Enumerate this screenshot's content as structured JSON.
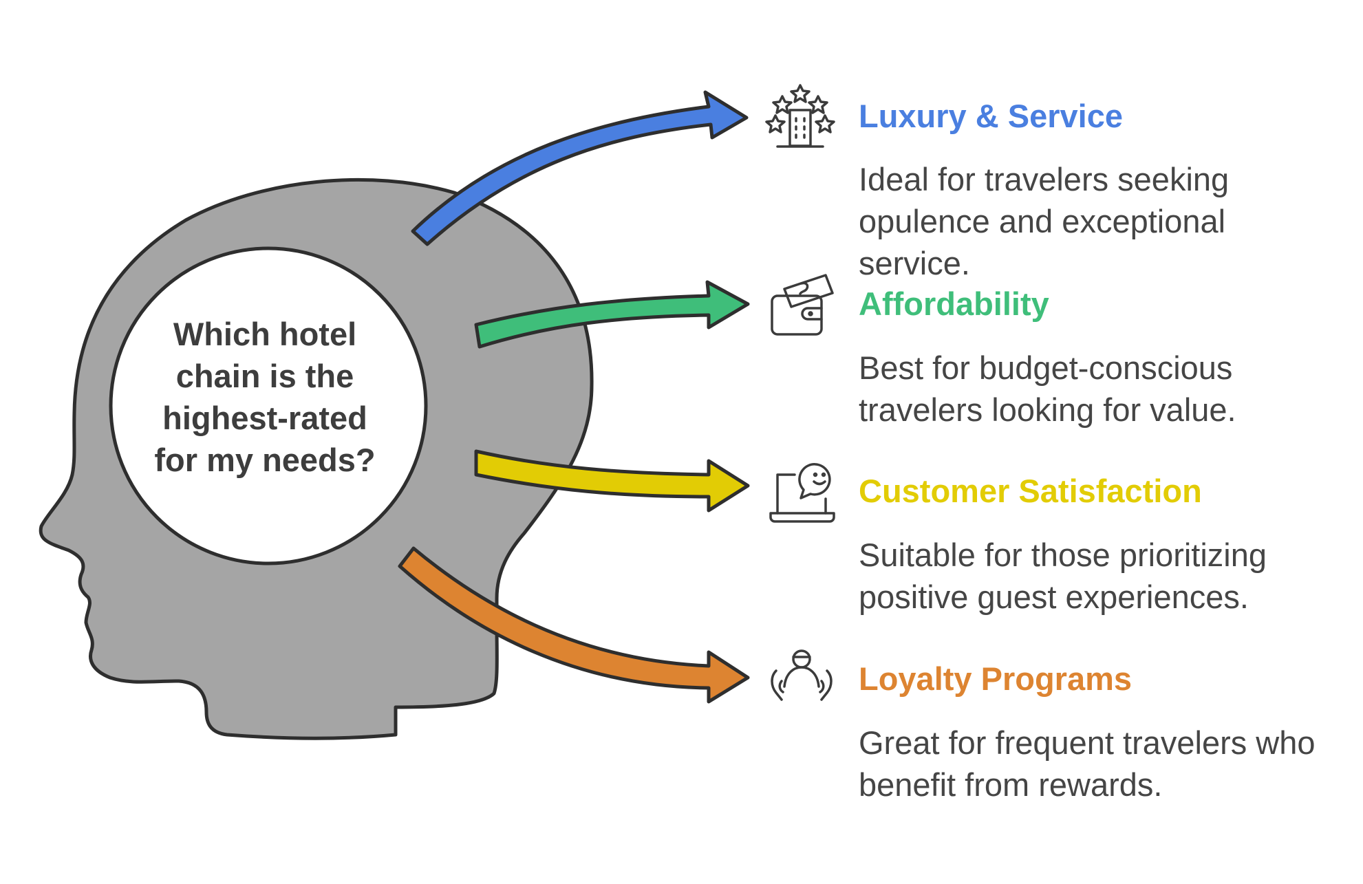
{
  "head": {
    "question_lines": [
      "Which hotel",
      "chain is the",
      "highest-rated",
      "for my needs?"
    ]
  },
  "options": [
    {
      "title": "Luxury & Service",
      "description": "Ideal for travelers seeking opulence and exceptional service.",
      "color": "#4a7fe0",
      "icon": "hotel-stars-icon"
    },
    {
      "title": "Affordability",
      "description": "Best for budget-conscious travelers looking for value.",
      "color": "#3fbe7a",
      "icon": "wallet-icon"
    },
    {
      "title": "Customer Satisfaction",
      "description": "Suitable for those prioritizing positive guest experiences.",
      "color": "#e2cc05",
      "icon": "laptop-smiley-icon"
    },
    {
      "title": "Loyalty Programs",
      "description": "Great for frequent travelers who benefit from rewards.",
      "color": "#dd8431",
      "icon": "person-hands-icon"
    }
  ],
  "colors": {
    "head_fill": "#a5a5a5",
    "outline": "#2e2e2e",
    "text": "#454545"
  }
}
